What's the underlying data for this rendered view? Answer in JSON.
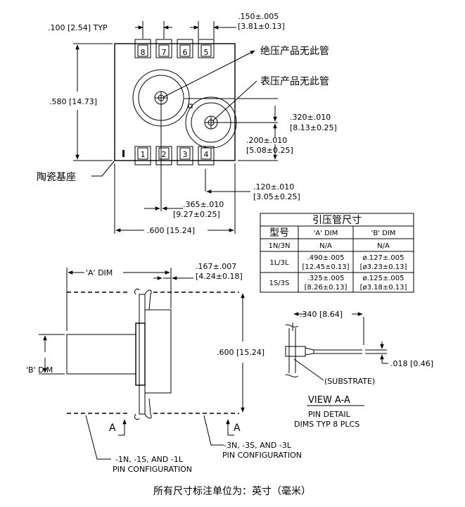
{
  "top_view": {
    "pin_pitch": ".100 [2.54] TYP",
    "lead_width": ".150±.005",
    "lead_width_mm": "[3.81±0.13]",
    "height": ".580 [14.73]",
    "port_y": ".320±.010",
    "port_y_mm": "[8.13±0.25]",
    "port_y2": ".200±.010",
    "port_y2_mm": "[5.08±0.25]",
    "pin_offset": ".120±.010",
    "pin_offset_mm": "[3.05±0.25]",
    "port_x": ".365±.010",
    "port_x_mm": "[9.27±0.25]",
    "width": ".600 [15.24]",
    "pins_top": [
      "8",
      "7",
      "6",
      "5"
    ],
    "pins_bottom": [
      "1",
      "2",
      "3",
      "4"
    ],
    "label_absolute": "绝压产品无此管",
    "label_gauge": "表压产品无此管",
    "label_base": "陶瓷基座"
  },
  "port_table": {
    "title": "引压管尺寸",
    "headers": [
      "型号",
      "'A' DIM",
      "'B' DIM"
    ],
    "rows": [
      [
        "1N/3N",
        "N/A",
        "",
        "N/A",
        ""
      ],
      [
        "1L/3L",
        ".490±.005",
        "[12.45±0.13]",
        "ø.127±.005",
        "[ø3.23±0.13]"
      ],
      [
        "1S/3S",
        ".325±.005",
        "[8.26±0.13]",
        "ø.125±.005",
        "[ø3.18±0.13]"
      ]
    ]
  },
  "side_view": {
    "a_dim": "'A' DIM",
    "thickness": ".167±.007",
    "thickness_mm": "[4.24±0.18]",
    "b_dim": "'B' DIM",
    "height": ".600 [15.24]",
    "arrow_label_left": "A",
    "arrow_label_right": "A",
    "config_left_1": "-1N, -1S, AND -1L",
    "config_left_2": "PIN CONFIGURATION",
    "config_right_1": "-3N, -3S, AND -3L",
    "config_right_2": "PIN CONFIGURATION"
  },
  "pin_detail": {
    "length": ".340 [8.64]",
    "thickness": ".018 [0.46]",
    "substrate": "(SUBSTRATE)",
    "view_title": "VIEW A-A",
    "subtitle": "PIN DETAIL",
    "note": "DIMS TYP 8 PLCS"
  },
  "footer": "所有尺寸标注单位为：英寸（毫米）"
}
